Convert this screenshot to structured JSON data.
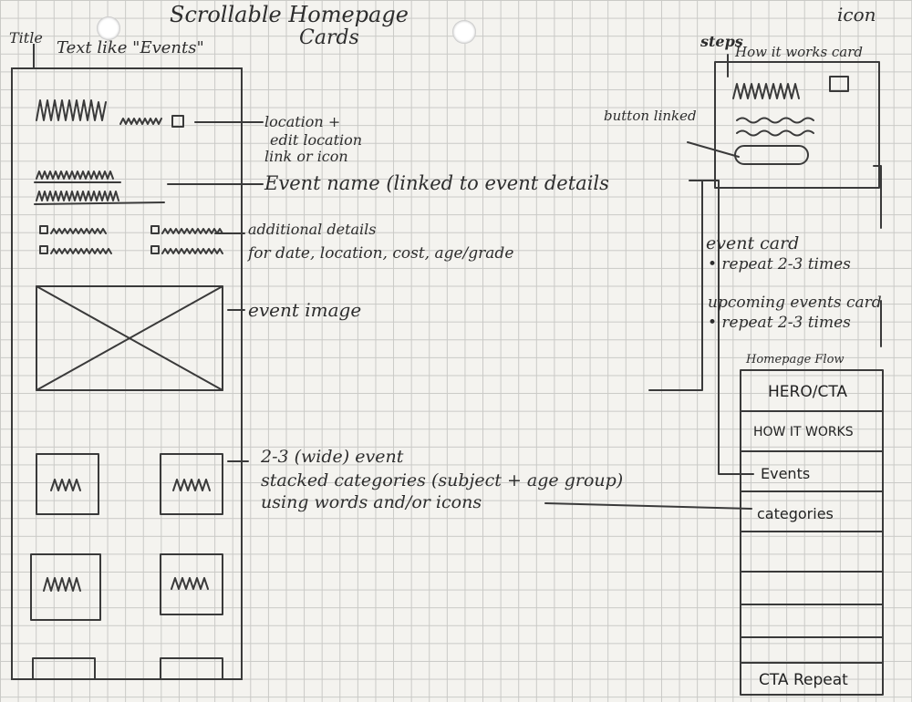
{
  "page": {
    "title_line1": "Scrollable Homepage",
    "title_line2": "Cards",
    "icon_label": "icon"
  },
  "phone": {
    "title_label": "Title",
    "text_label": "Text like \"Events\""
  },
  "annotations": {
    "location": [
      "location +",
      "edit location",
      "link or icon"
    ],
    "event_name": "Event name (linked to event details",
    "details": [
      "additional details",
      "for date, location, cost, age/grade"
    ],
    "event_image": "event image",
    "categories": [
      "2-3 (wide) event",
      "stacked categories (subject + age group)",
      "using words and/or icons"
    ]
  },
  "steps_card": {
    "steps_label": "steps",
    "header": "How it works card",
    "button_label": "button linked"
  },
  "repeat_notes": {
    "event_card": "event card",
    "event_card_repeat": "• repeat 2-3 times",
    "upcoming": "upcoming events card",
    "upcoming_repeat": "• repeat 2-3 times"
  },
  "flow": {
    "title": "Homepage Flow",
    "rows": [
      "HERO/CTA",
      "HOW IT WORKS",
      "Events",
      "categories",
      "",
      "",
      "",
      "",
      "CTA Repeat"
    ]
  }
}
